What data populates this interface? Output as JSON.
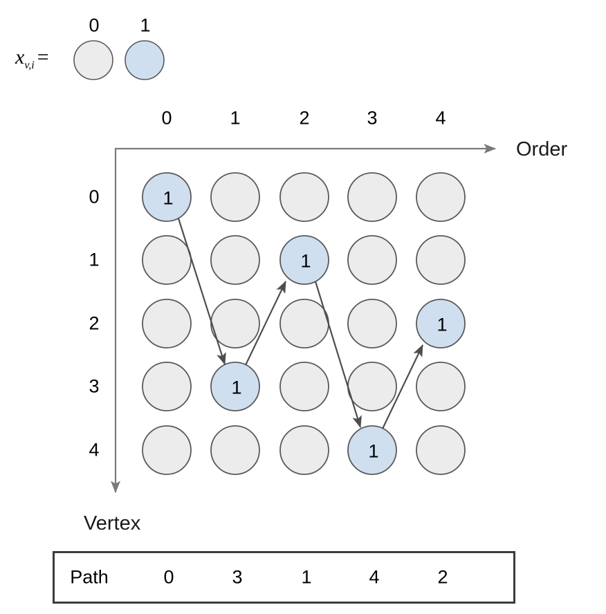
{
  "legend": {
    "formula_var": "x",
    "formula_sub": "v,i",
    "formula_eq": "=",
    "items": [
      {
        "label": "0",
        "state": "unselected",
        "color": "#ececec"
      },
      {
        "label": "1",
        "state": "selected",
        "color": "#cfdff0"
      }
    ]
  },
  "axes": {
    "x_title": "Order",
    "y_title": "Vertex",
    "column_headers": [
      "0",
      "1",
      "2",
      "3",
      "4"
    ],
    "row_headers": [
      "0",
      "1",
      "2",
      "3",
      "4"
    ]
  },
  "grid": {
    "cell_value": "1",
    "selected_cells": [
      {
        "order": 0,
        "vertex": 0,
        "value": "1"
      },
      {
        "order": 1,
        "vertex": 3,
        "value": "1"
      },
      {
        "order": 2,
        "vertex": 1,
        "value": "1"
      },
      {
        "order": 3,
        "vertex": 4,
        "value": "1"
      },
      {
        "order": 4,
        "vertex": 2,
        "value": "1"
      }
    ],
    "arrows": [
      {
        "from_order": 0,
        "from_vertex": 0,
        "to_order": 1,
        "to_vertex": 3
      },
      {
        "from_order": 1,
        "from_vertex": 3,
        "to_order": 2,
        "to_vertex": 1
      },
      {
        "from_order": 2,
        "from_vertex": 1,
        "to_order": 3,
        "to_vertex": 4
      },
      {
        "from_order": 3,
        "from_vertex": 4,
        "to_order": 4,
        "to_vertex": 2
      }
    ]
  },
  "path_table": {
    "label": "Path",
    "values": [
      "0",
      "3",
      "1",
      "4",
      "2"
    ]
  },
  "colors": {
    "selected_fill": "#cfdff0",
    "unselected_fill": "#ececec",
    "circle_stroke": "#595959",
    "axis_stroke": "#808080",
    "arrow_stroke": "#4d4d4d",
    "table_border": "#3b3b3b",
    "text": "#000000"
  },
  "chart_data": {
    "type": "heatmap",
    "title": "",
    "xlabel": "Order",
    "ylabel": "Vertex",
    "x": [
      0,
      1,
      2,
      3,
      4
    ],
    "y": [
      0,
      1,
      2,
      3,
      4
    ],
    "values": [
      [
        1,
        0,
        0,
        0,
        0
      ],
      [
        0,
        0,
        1,
        0,
        0
      ],
      [
        0,
        0,
        0,
        0,
        1
      ],
      [
        0,
        1,
        0,
        0,
        0
      ],
      [
        0,
        0,
        0,
        1,
        0
      ]
    ],
    "legend": [
      "0",
      "1"
    ],
    "annotations": [
      "Path: 0 3 1 4 2"
    ]
  }
}
